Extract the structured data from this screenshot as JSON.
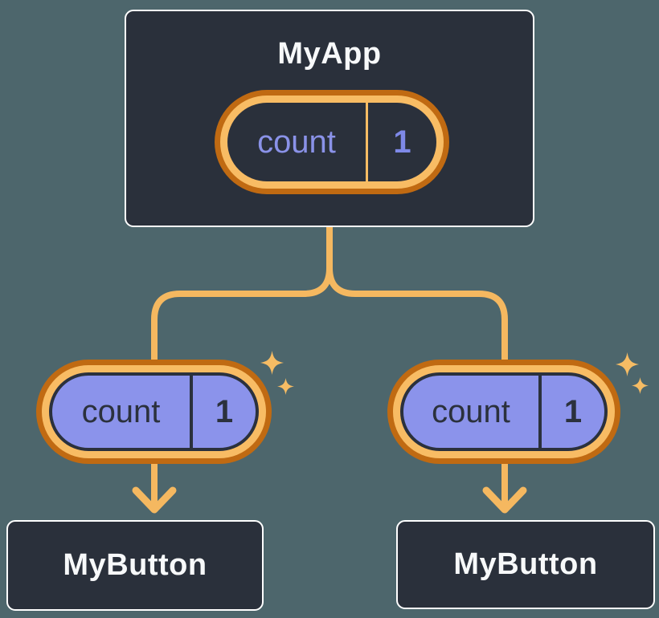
{
  "background_color": "#4D666C",
  "palette": {
    "node_fill": "#2A303B",
    "node_border": "#FFFFFF",
    "node_text": "#F7F9FA",
    "connector_orange": "#F5B860",
    "pill_ring_dark": "#C06A12",
    "pill_ring_light": "#F8BC64",
    "pill_purple_fill": "#8B93EB",
    "pill_purple_text": "#8A92E8",
    "dark_text": "#2B313D"
  },
  "diagram": {
    "root": {
      "title": "MyApp",
      "state_pill": {
        "label": "count",
        "value": "1"
      }
    },
    "children": [
      {
        "title": "MyButton",
        "prop_pill": {
          "label": "count",
          "value": "1"
        }
      },
      {
        "title": "MyButton",
        "prop_pill": {
          "label": "count",
          "value": "1"
        }
      }
    ]
  }
}
